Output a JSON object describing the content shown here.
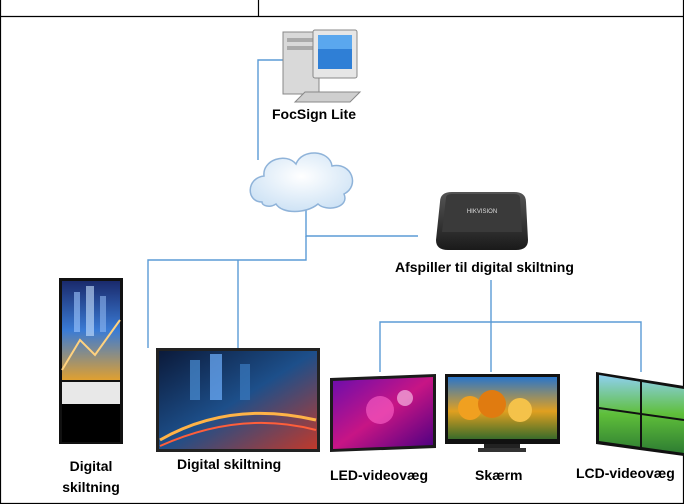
{
  "nodes": {
    "server": {
      "label": "FocSign Lite"
    },
    "player": {
      "label": "Afspiller til digital skiltning",
      "brand_text": "HIKVISION"
    },
    "kiosk": {
      "label": "Digital skiltning"
    },
    "wide_display": {
      "label": "Digital skiltning"
    },
    "led_wall": {
      "label": "LED-videovæg"
    },
    "monitor": {
      "label": "Skærm"
    },
    "lcd_wall": {
      "label": "LCD-videovæg"
    }
  },
  "colors": {
    "connector": "#5b9bd5",
    "border": "#000000"
  }
}
